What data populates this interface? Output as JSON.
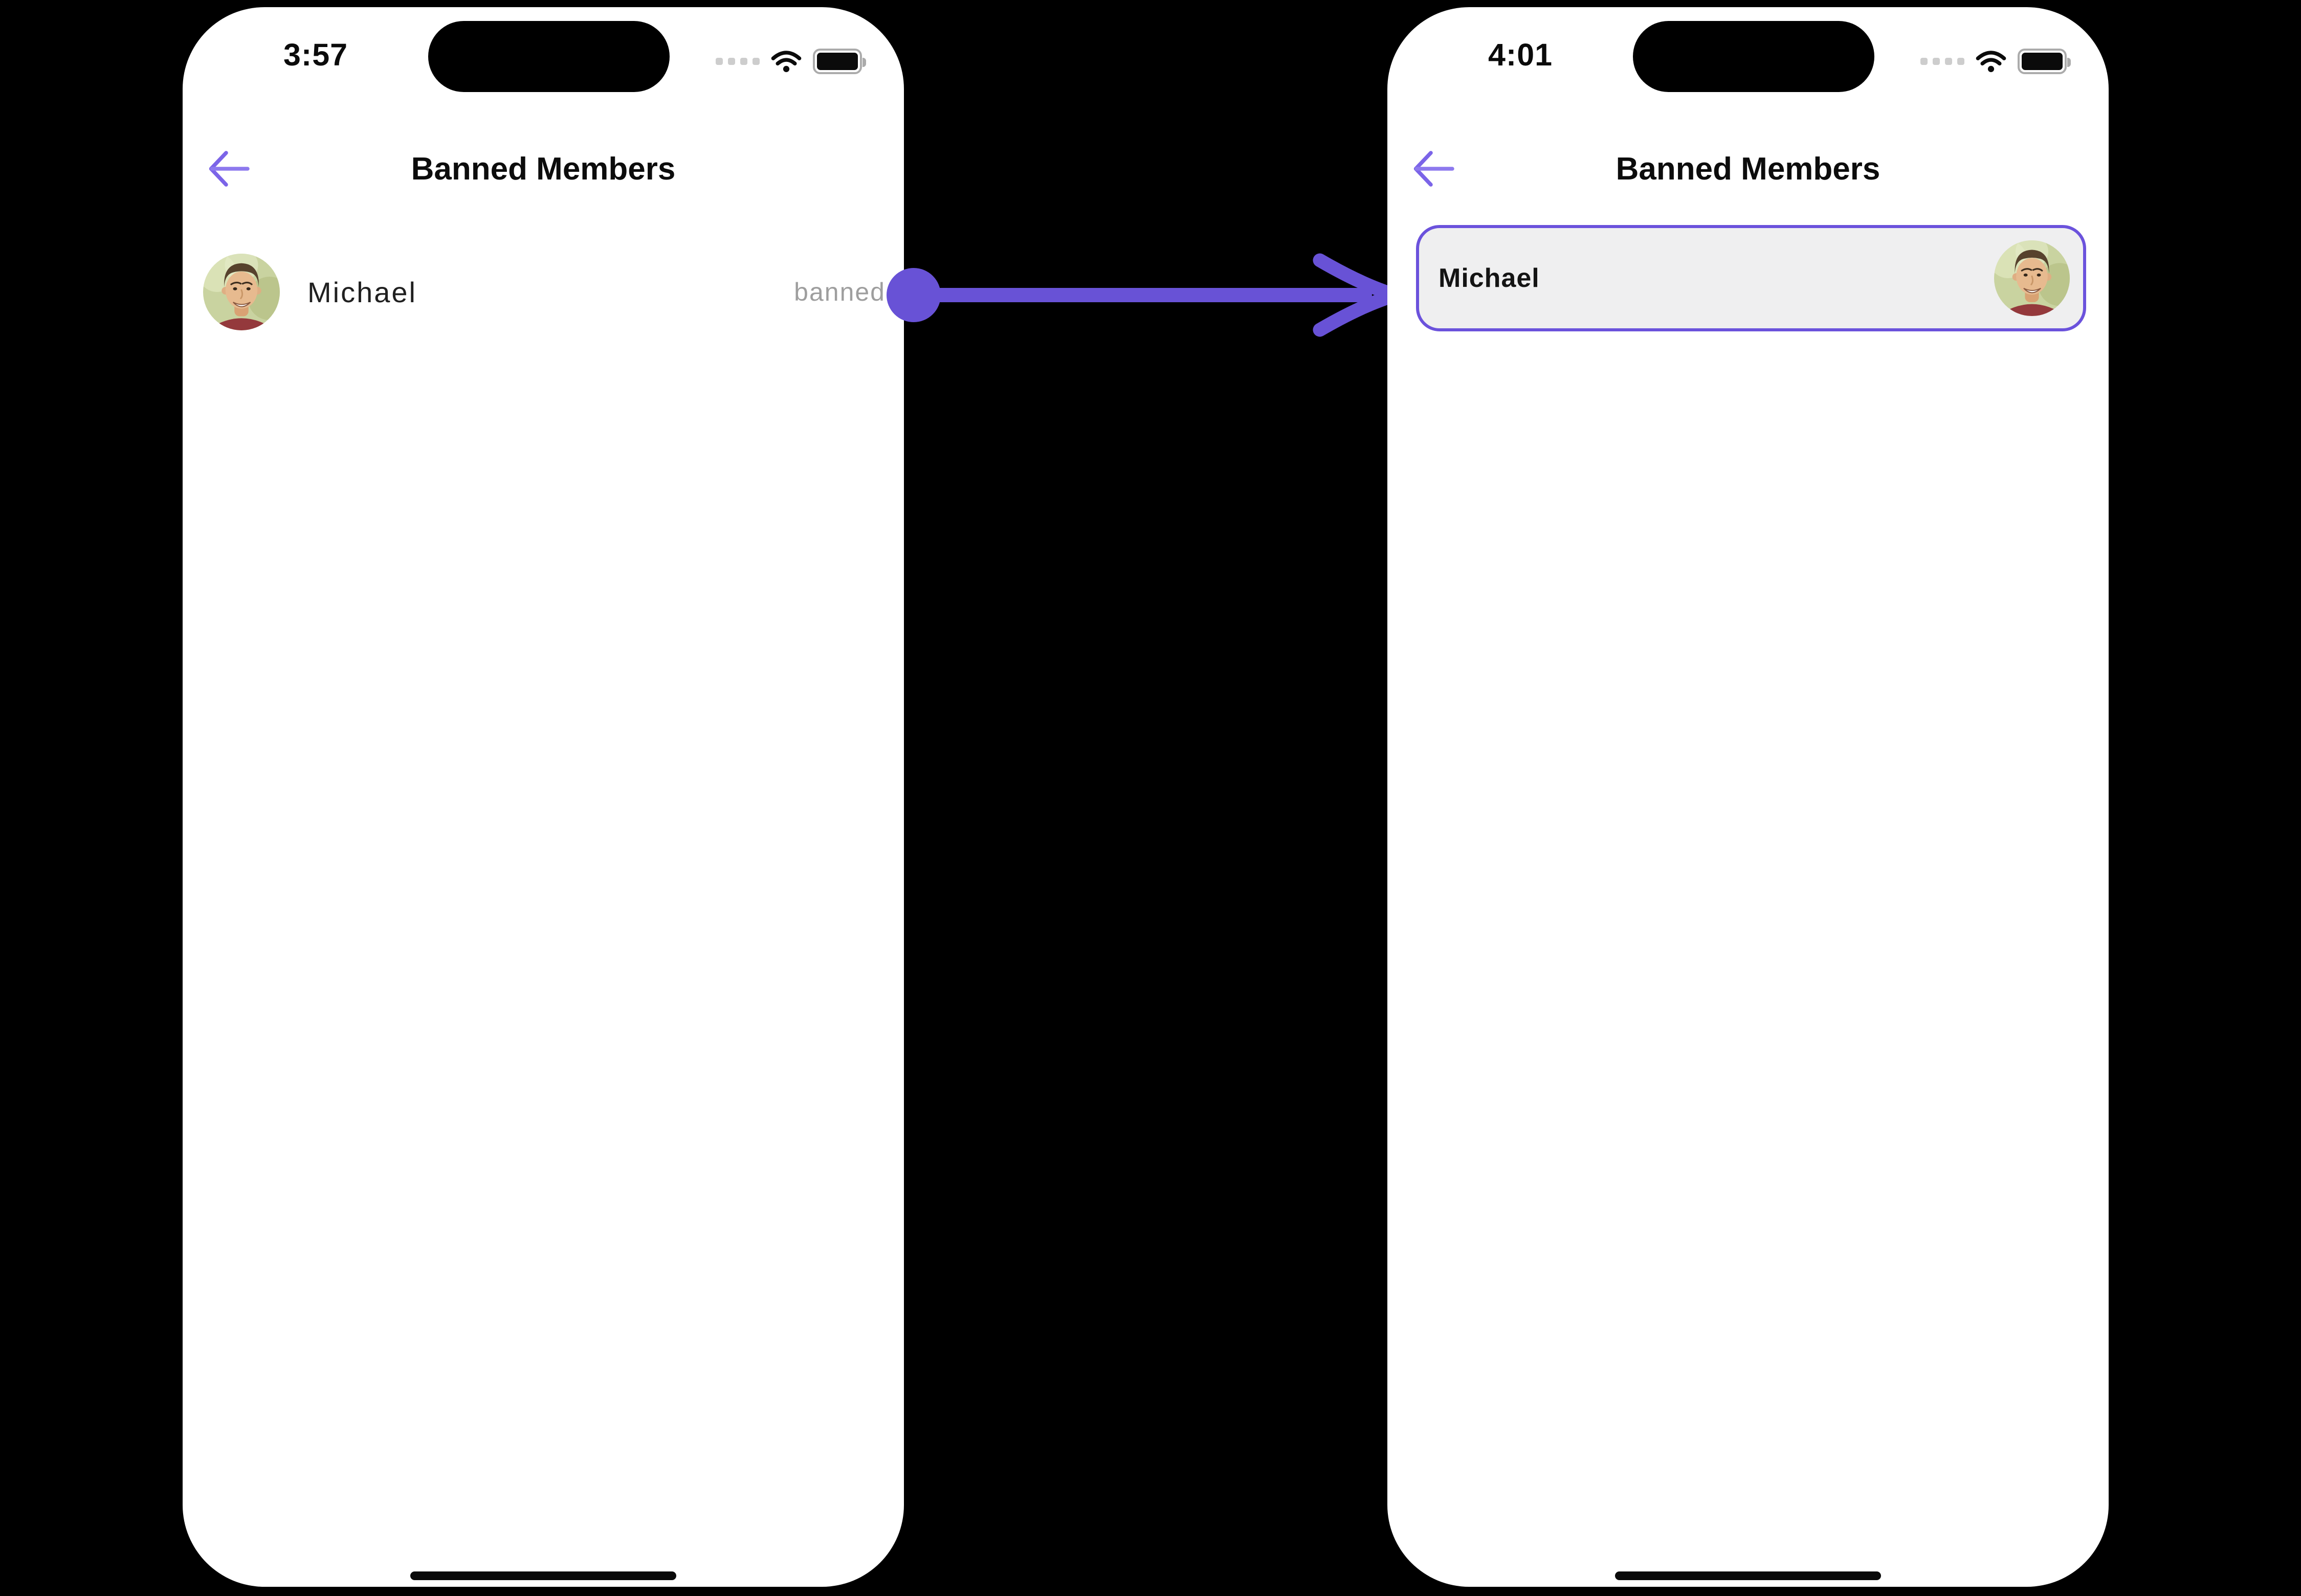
{
  "annotation": {
    "type": "flow-arrow",
    "direction": "left-to-right",
    "color": "#6852d6"
  },
  "colors": {
    "accent_purple": "#6852d6",
    "back_arrow_purple": "#7b64e8",
    "card_border": "#6b52dc",
    "card_background": "#efeff0",
    "status_text_grey": "#9e9e9e",
    "phone_background": "#ffffff",
    "canvas_background": "#000000"
  },
  "left_phone": {
    "status_bar": {
      "time": "3:57",
      "icons": [
        "cellular-dots-icon",
        "wifi-icon",
        "battery-icon"
      ]
    },
    "header": {
      "back_icon": "arrow-left-icon",
      "title": "Banned Members"
    },
    "member_list": [
      {
        "name": "Michael",
        "status": "banned",
        "avatar": "michael-photo"
      }
    ]
  },
  "right_phone": {
    "status_bar": {
      "time": "4:01",
      "icons": [
        "cellular-dots-icon",
        "wifi-icon",
        "battery-icon"
      ]
    },
    "header": {
      "back_icon": "arrow-left-icon",
      "title": "Banned Members"
    },
    "member_cards": [
      {
        "name": "Michael",
        "avatar": "michael-photo"
      }
    ]
  }
}
